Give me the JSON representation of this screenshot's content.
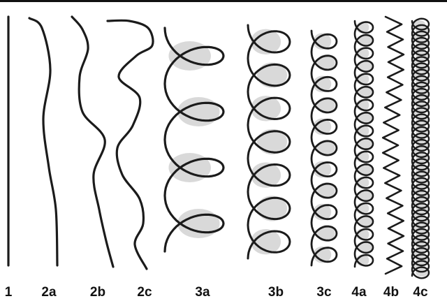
{
  "colors": {
    "stroke": "#1b1b1b",
    "fill": "#d9d9d9",
    "background": "#ffffff"
  },
  "hair_types": [
    {
      "label": "1",
      "pattern": "straight"
    },
    {
      "label": "2a",
      "pattern": "wavy"
    },
    {
      "label": "2b",
      "pattern": "wavy"
    },
    {
      "label": "2c",
      "pattern": "wavy"
    },
    {
      "label": "3a",
      "pattern": "loose-curls",
      "loops": 4
    },
    {
      "label": "3b",
      "pattern": "curls",
      "loops": 7
    },
    {
      "label": "3c",
      "pattern": "tight-curls",
      "loops": 11
    },
    {
      "label": "4a",
      "pattern": "coils",
      "loops": 19
    },
    {
      "label": "4b",
      "pattern": "zigzag",
      "zigzags": 34
    },
    {
      "label": "4c",
      "pattern": "dense-coils",
      "loops": 40
    }
  ]
}
